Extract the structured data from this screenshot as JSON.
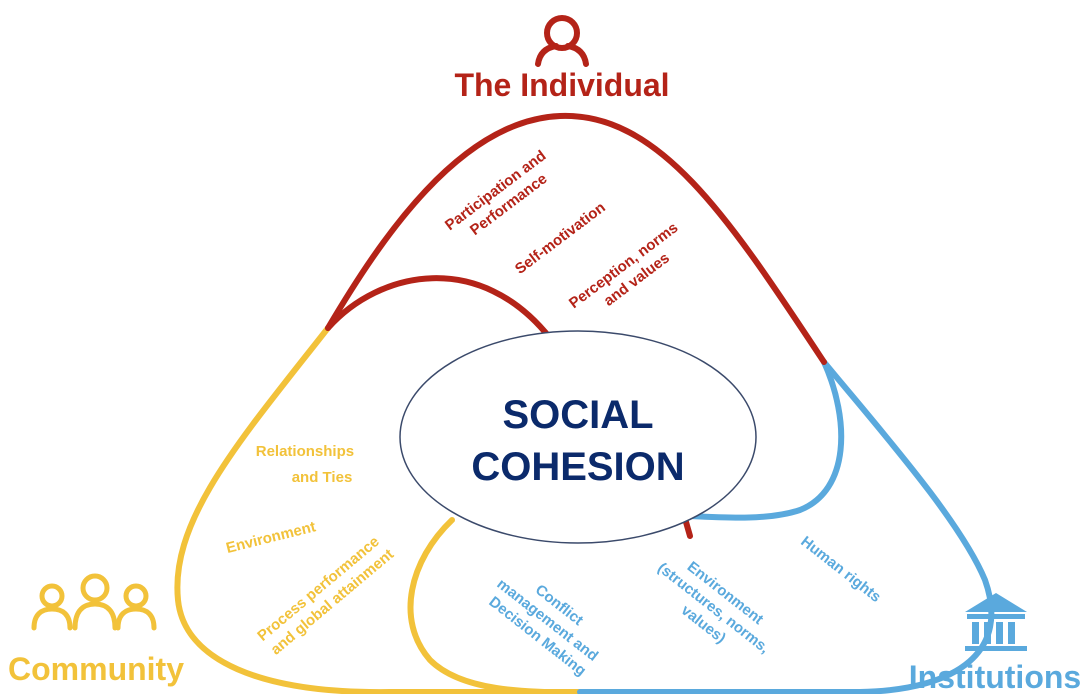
{
  "colors": {
    "individual": "#b42318",
    "community": "#f2c23a",
    "institutions": "#5aa9dd",
    "center_text": "#0b2a6b",
    "ellipse_stroke": "#3b4a6b"
  },
  "center": {
    "line1": "SOCIAL",
    "line2": "COHESION"
  },
  "individual": {
    "title": "The Individual",
    "icon": "person-outline-icon",
    "items": [
      [
        "Participation and",
        "Performance"
      ],
      [
        "Self-motivation"
      ],
      [
        "Perception, norms",
        "and values"
      ]
    ]
  },
  "community": {
    "title": "Community",
    "icon": "group-of-people-icon",
    "items": [
      [
        "Relationships",
        "and Ties"
      ],
      [
        "Environment"
      ],
      [
        "Process performance",
        "and global attainment"
      ]
    ]
  },
  "institutions": {
    "title": "Institutions",
    "icon": "bank-building-icon",
    "items": [
      [
        "Conflict",
        "management and",
        "Decision Making"
      ],
      [
        "Environment",
        "(structures, norms,",
        "values)"
      ],
      [
        "Human rights"
      ]
    ]
  }
}
